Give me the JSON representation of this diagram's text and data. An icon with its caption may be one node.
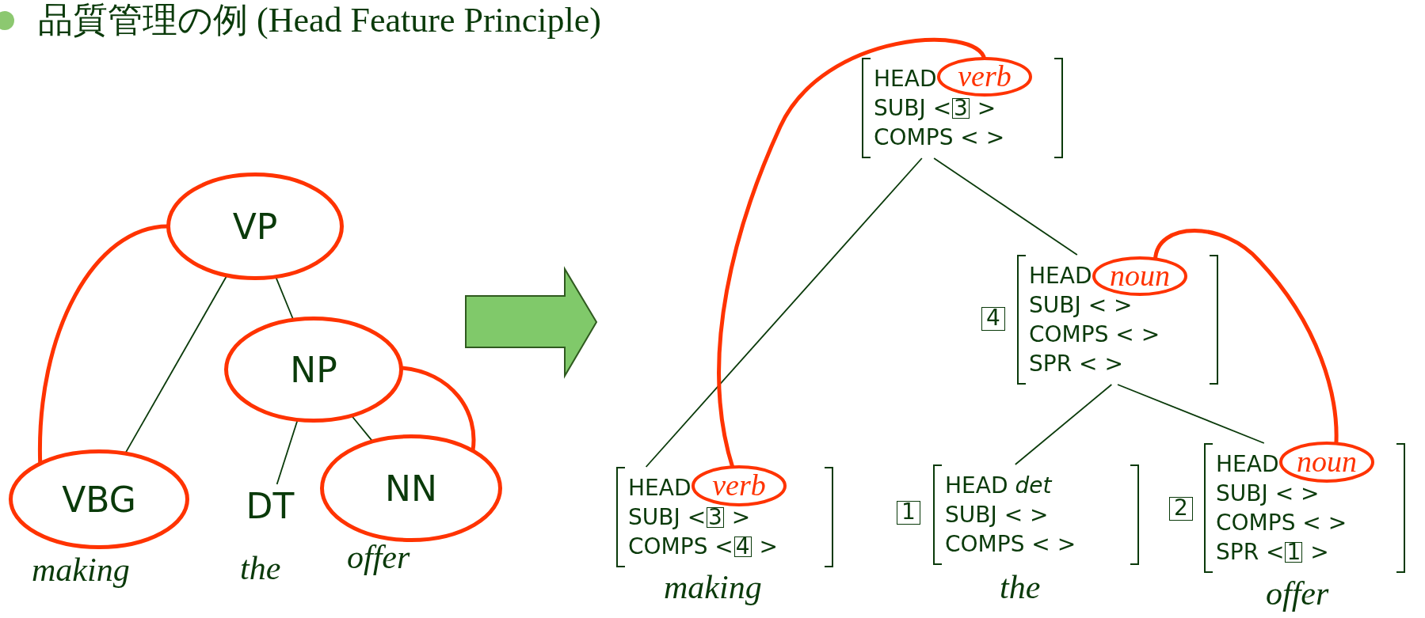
{
  "diagram": {
    "title": "品質管理の例 (Head Feature Principle)",
    "nodes": [
      {
        "text": [
          "VP"
        ]
      },
      {
        "text": [
          "NP"
        ]
      },
      {
        "text": [
          "VBG"
        ],
        "beside": [
          "making"
        ]
      },
      {
        "text": [
          "DT"
        ],
        "beside": [
          "the"
        ]
      },
      {
        "text": [
          "NN"
        ],
        "beside": [
          "offer"
        ]
      },
      {
        "text": [
          "HEAD",
          "SUBJ <3 >",
          "COMPS < >"
        ]
      },
      {
        "text": [
          "HEAD",
          "SUBJ < >",
          "COMPS < >",
          "SPR < >"
        ]
      },
      {
        "text": [
          "HEAD",
          "SUBJ <3 >",
          "COMPS <4 >"
        ],
        "beside": [
          "making"
        ]
      },
      {
        "text": [
          "HEAD *det*",
          "SUBJ < >",
          "COMPS < >"
        ],
        "beside": [
          "the"
        ]
      },
      {
        "text": [
          "HEAD",
          "SUBJ < >",
          "COMPS < >",
          "SPR <1 >"
        ],
        "beside": [
          "offer"
        ]
      },
      {
        "text": [
          "verb"
        ],
        "in": 5
      },
      {
        "text": [
          "noun"
        ],
        "in": 6
      },
      {
        "text": [
          "verb"
        ],
        "in": 7
      },
      {
        "text": [
          "noun"
        ],
        "in": 9
      },
      {
        "text": [
          "4"
        ]
      },
      {
        "text": [
          "1"
        ]
      },
      {
        "text": [
          "2"
        ]
      }
    ],
    "edges": [
      {
        "from": 0,
        "to": 2,
        "arrow": "none"
      },
      {
        "from": 0,
        "to": 1,
        "arrow": "none"
      },
      {
        "from": 1,
        "to": 3,
        "arrow": "none"
      },
      {
        "from": 1,
        "to": 4,
        "arrow": "none"
      },
      {
        "from": 0,
        "to": 2,
        "arrow": "none",
        "style": "thick",
        "color": "#ff3300"
      },
      {
        "from": 1,
        "to": 4,
        "arrow": "none",
        "style": "thick",
        "color": "#ff3300"
      },
      {
        "from": 5,
        "to": 7,
        "arrow": "none"
      },
      {
        "from": 5,
        "to": 6,
        "arrow": "none"
      },
      {
        "from": 6,
        "to": 8,
        "arrow": "none"
      },
      {
        "from": 6,
        "to": 9,
        "arrow": "none"
      },
      {
        "from": 10,
        "to": 12,
        "arrow": "none",
        "style": "thick",
        "color": "#ff3300"
      },
      {
        "from": 11,
        "to": 13,
        "arrow": "none",
        "style": "thick",
        "color": "#ff3300"
      }
    ]
  }
}
